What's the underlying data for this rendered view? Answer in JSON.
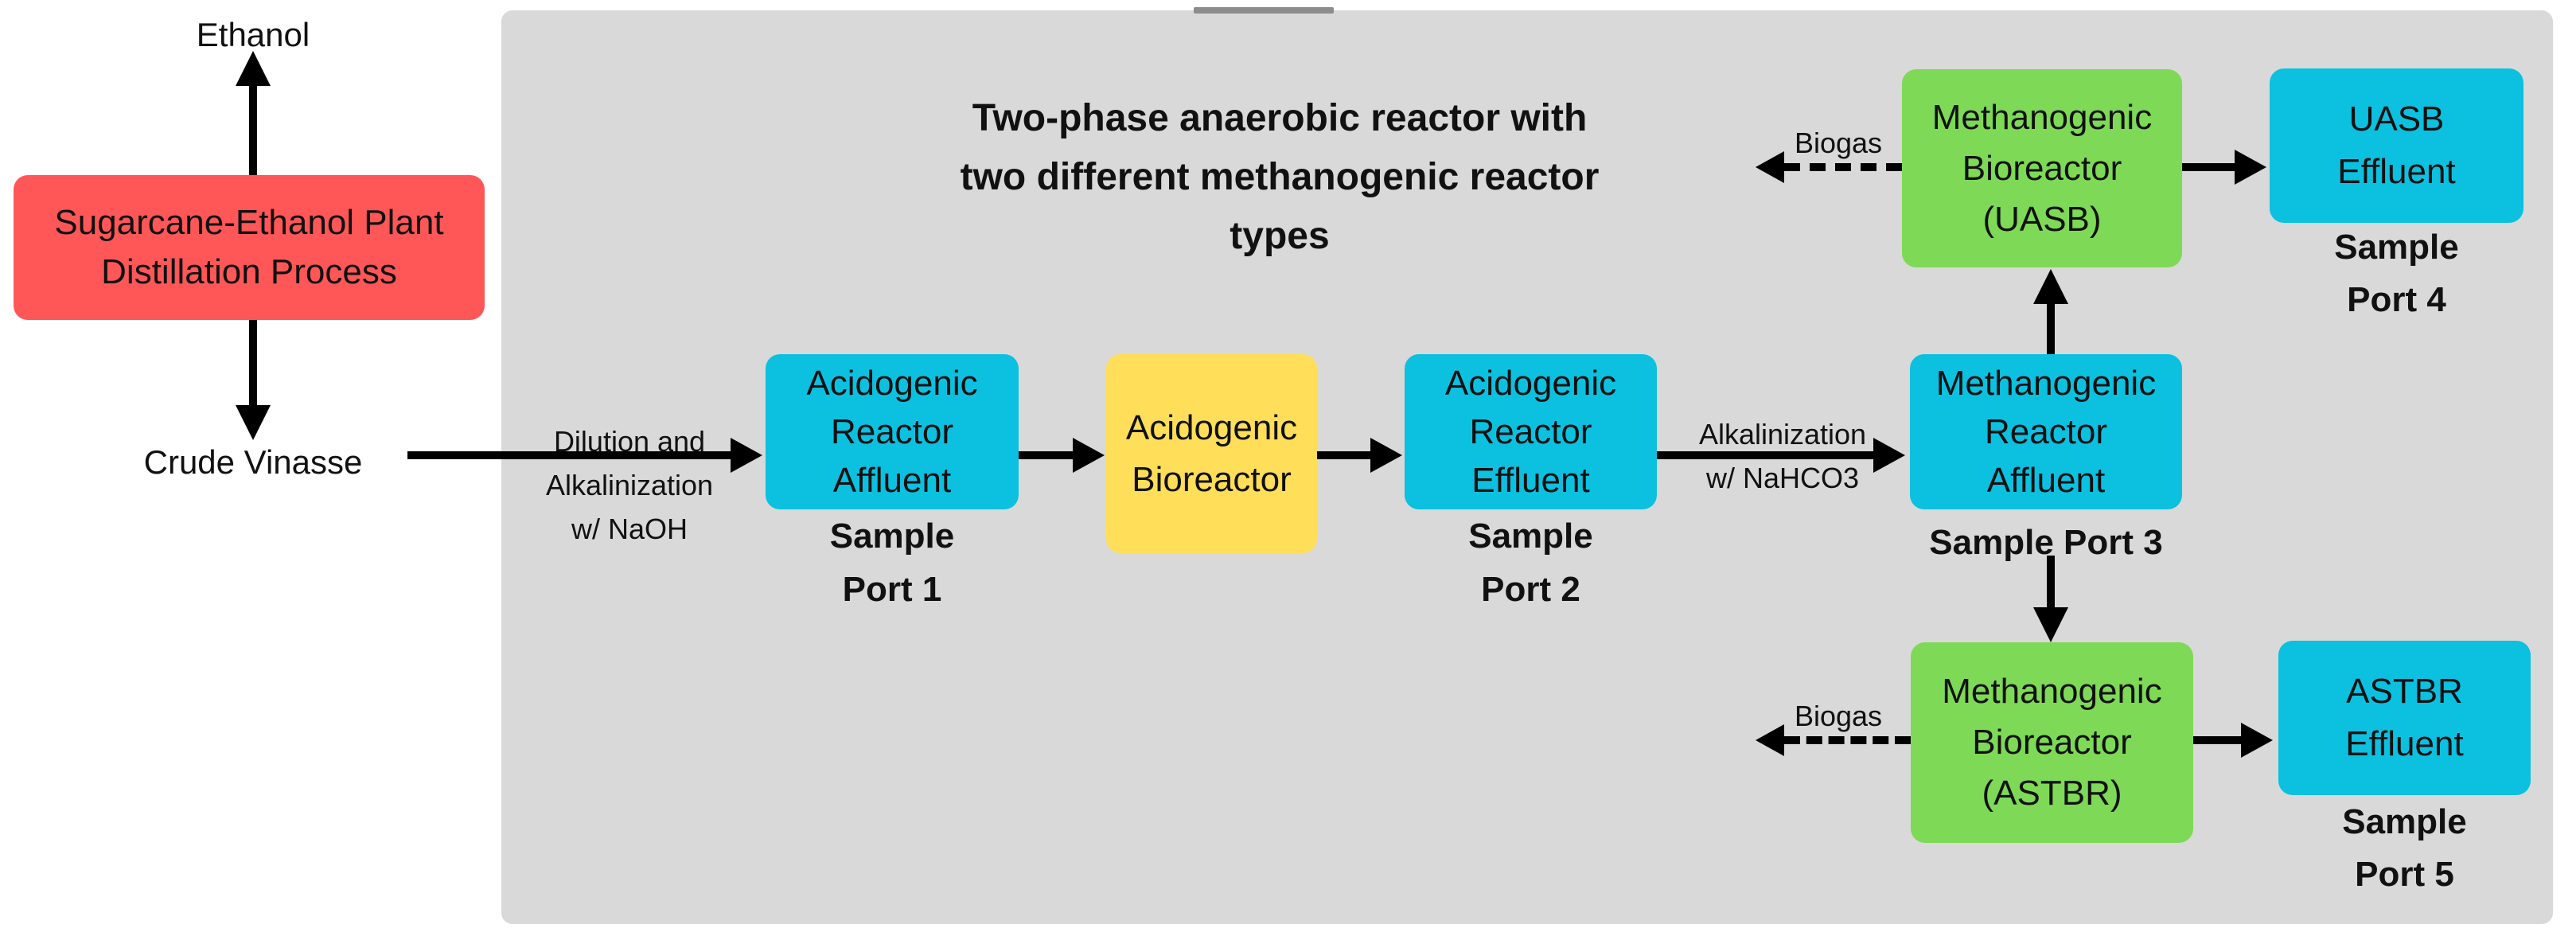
{
  "colors": {
    "panel_bg": "#D9D9D9",
    "panel_tab": "#8C8C8C",
    "red": "#FF5757",
    "cyan": "#0CC0DF",
    "yellow": "#FFDE59",
    "green": "#7ED957",
    "arrow": "#000000",
    "text": "#111111"
  },
  "title": {
    "line1": "Two-phase anaerobic reactor with",
    "line2": "two different methanogenic reactor",
    "line3": "types"
  },
  "labels": {
    "ethanol": "Ethanol",
    "crude_vinasse": "Crude Vinasse",
    "dilution_line1": "Dilution and",
    "dilution_line2": "Alkalinization",
    "dilution_line3": "w/ NaOH",
    "alkalinization_line1": "Alkalinization",
    "alkalinization_line2": "w/ NaHCO3",
    "biogas_top": "Biogas",
    "biogas_bottom": "Biogas"
  },
  "nodes": {
    "distillation": {
      "lines": [
        "Sugarcane-Ethanol Plant",
        "Distillation Process"
      ]
    },
    "acidogenic_affluent": {
      "lines": [
        "Acidogenic",
        "Reactor",
        "Affluent"
      ],
      "sample": [
        "Sample",
        "Port 1"
      ]
    },
    "acidogenic_bioreactor": {
      "lines": [
        "Acidogenic",
        "Bioreactor"
      ]
    },
    "acidogenic_effluent": {
      "lines": [
        "Acidogenic",
        "Reactor",
        "Effluent"
      ],
      "sample": [
        "Sample",
        "Port 2"
      ]
    },
    "methanogenic_affluent": {
      "lines": [
        "Methanogenic",
        "Reactor",
        "Affluent"
      ],
      "sample": "Sample Port 3"
    },
    "uasb_bioreactor": {
      "lines": [
        "Methanogenic",
        "Bioreactor",
        "(UASB)"
      ]
    },
    "uasb_effluent": {
      "lines": [
        "UASB",
        "Effluent"
      ],
      "sample": [
        "Sample",
        "Port 4"
      ]
    },
    "astbr_bioreactor": {
      "lines": [
        "Methanogenic",
        "Bioreactor",
        "(ASTBR)"
      ]
    },
    "astbr_effluent": {
      "lines": [
        "ASTBR",
        "Effluent"
      ],
      "sample": [
        "Sample",
        "Port 5"
      ]
    }
  }
}
